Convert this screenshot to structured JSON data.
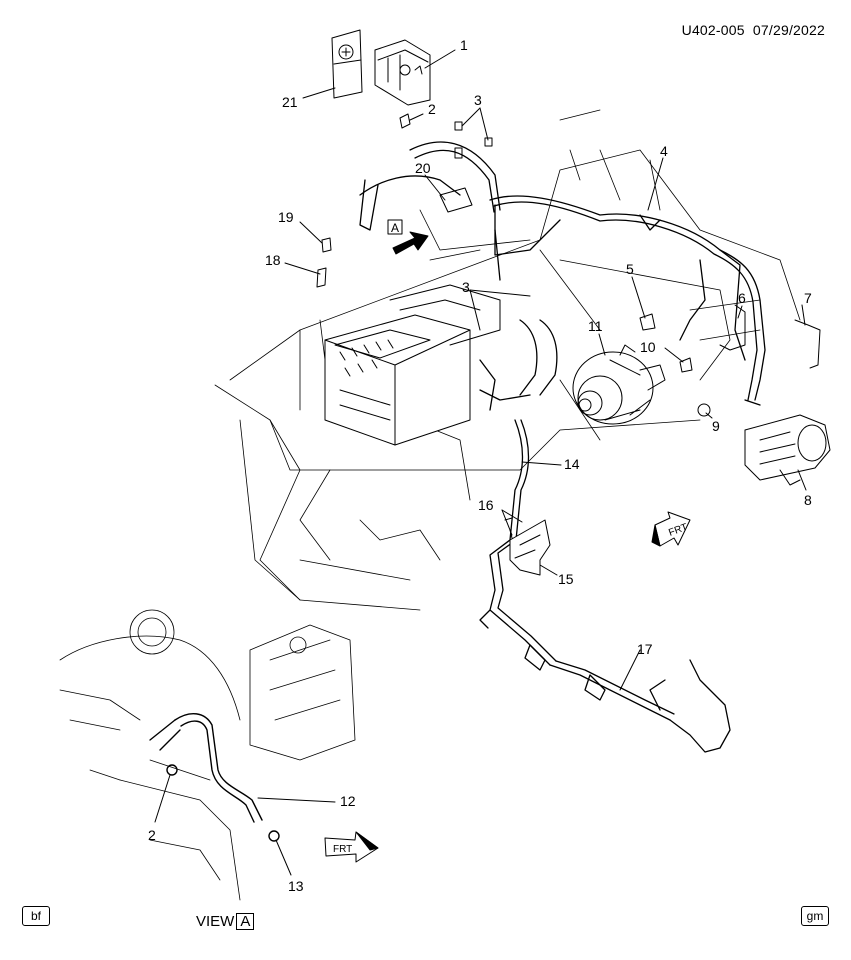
{
  "header": {
    "code": "U402-005",
    "date": "07/29/2022"
  },
  "view_label": {
    "prefix": "VIEW",
    "letter": "A"
  },
  "view_marker_letter": "A",
  "frt_label": "FRT",
  "badges": {
    "left": "bf",
    "right": "gm"
  },
  "callouts": [
    "1",
    "2",
    "3",
    "4",
    "5",
    "6",
    "7",
    "8",
    "9",
    "10",
    "11",
    "12",
    "13",
    "14",
    "15",
    "16",
    "17",
    "18",
    "19",
    "20",
    "21",
    "2",
    "3"
  ],
  "line_color": "#000000",
  "fill_light": "#ffffff"
}
